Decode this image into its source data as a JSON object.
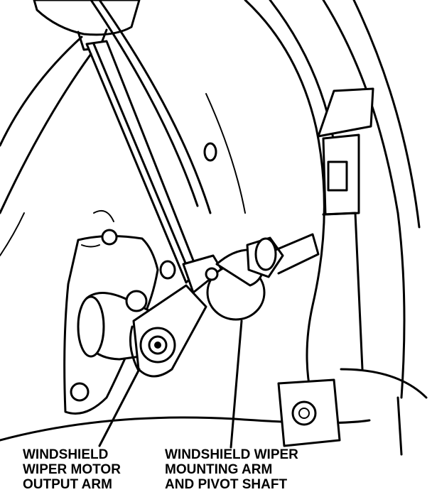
{
  "labels": {
    "motor_output_arm": {
      "line1": "WINDSHIELD",
      "line2": "WIPER MOTOR",
      "line3": "OUTPUT ARM"
    },
    "mounting_arm_pivot": {
      "line1": "WINDSHIELD WIPER",
      "line2": "MOUNTING ARM",
      "line3": "AND PIVOT SHAFT"
    }
  },
  "colors": {
    "ink": "#000000",
    "paper": "#ffffff"
  }
}
